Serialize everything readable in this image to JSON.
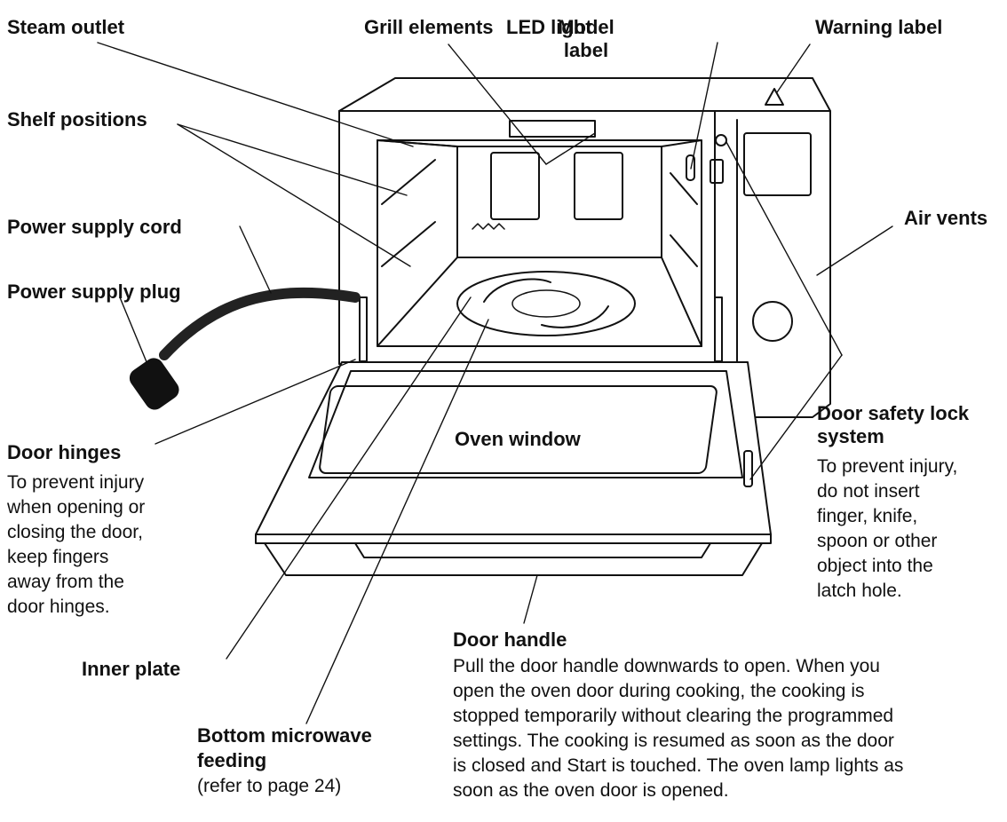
{
  "labels": {
    "steam_outlet": "Steam outlet",
    "grill_elements": "Grill elements",
    "led_light": "LED light",
    "model_label": "Model\nlabel",
    "warning_label": "Warning label",
    "shelf_positions": "Shelf positions",
    "power_supply_cord": "Power supply cord",
    "power_supply_plug": "Power supply plug",
    "air_vents": "Air vents",
    "door_safety_lock": "Door safety lock\nsystem",
    "door_safety_lock_desc": "To prevent injury,\ndo not insert\nfinger, knife,\nspoon or other\nobject into the\nlatch hole.",
    "door_hinges": "Door hinges",
    "door_hinges_desc": "To prevent injury\nwhen opening or\nclosing the door,\nkeep fingers\naway from the\ndoor hinges.",
    "oven_window": "Oven window",
    "inner_plate": "Inner plate",
    "door_handle": "Door handle",
    "door_handle_desc": "Pull the door handle downwards to open. When you\nopen the oven door during cooking, the cooking is\nstopped temporarily without clearing the programmed\nsettings. The cooking is resumed as soon as the door\nis closed and Start is touched. The oven lamp lights as\nsoon as the oven door is opened.",
    "bottom_microwave": "Bottom microwave\nfeeding",
    "bottom_microwave_desc": "(refer to page 24)"
  }
}
